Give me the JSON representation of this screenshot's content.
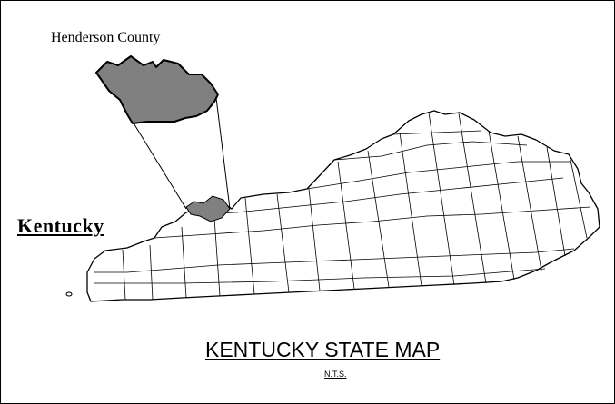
{
  "labels": {
    "county_name": "Henderson County",
    "state_name": "Kentucky",
    "map_title": "KENTUCKY STATE MAP",
    "scale_note": "N.T.S."
  },
  "map": {
    "highlighted_county": "Henderson County",
    "highlight_color": "#808080",
    "line_color": "#000000",
    "fill_color": "#ffffff"
  }
}
